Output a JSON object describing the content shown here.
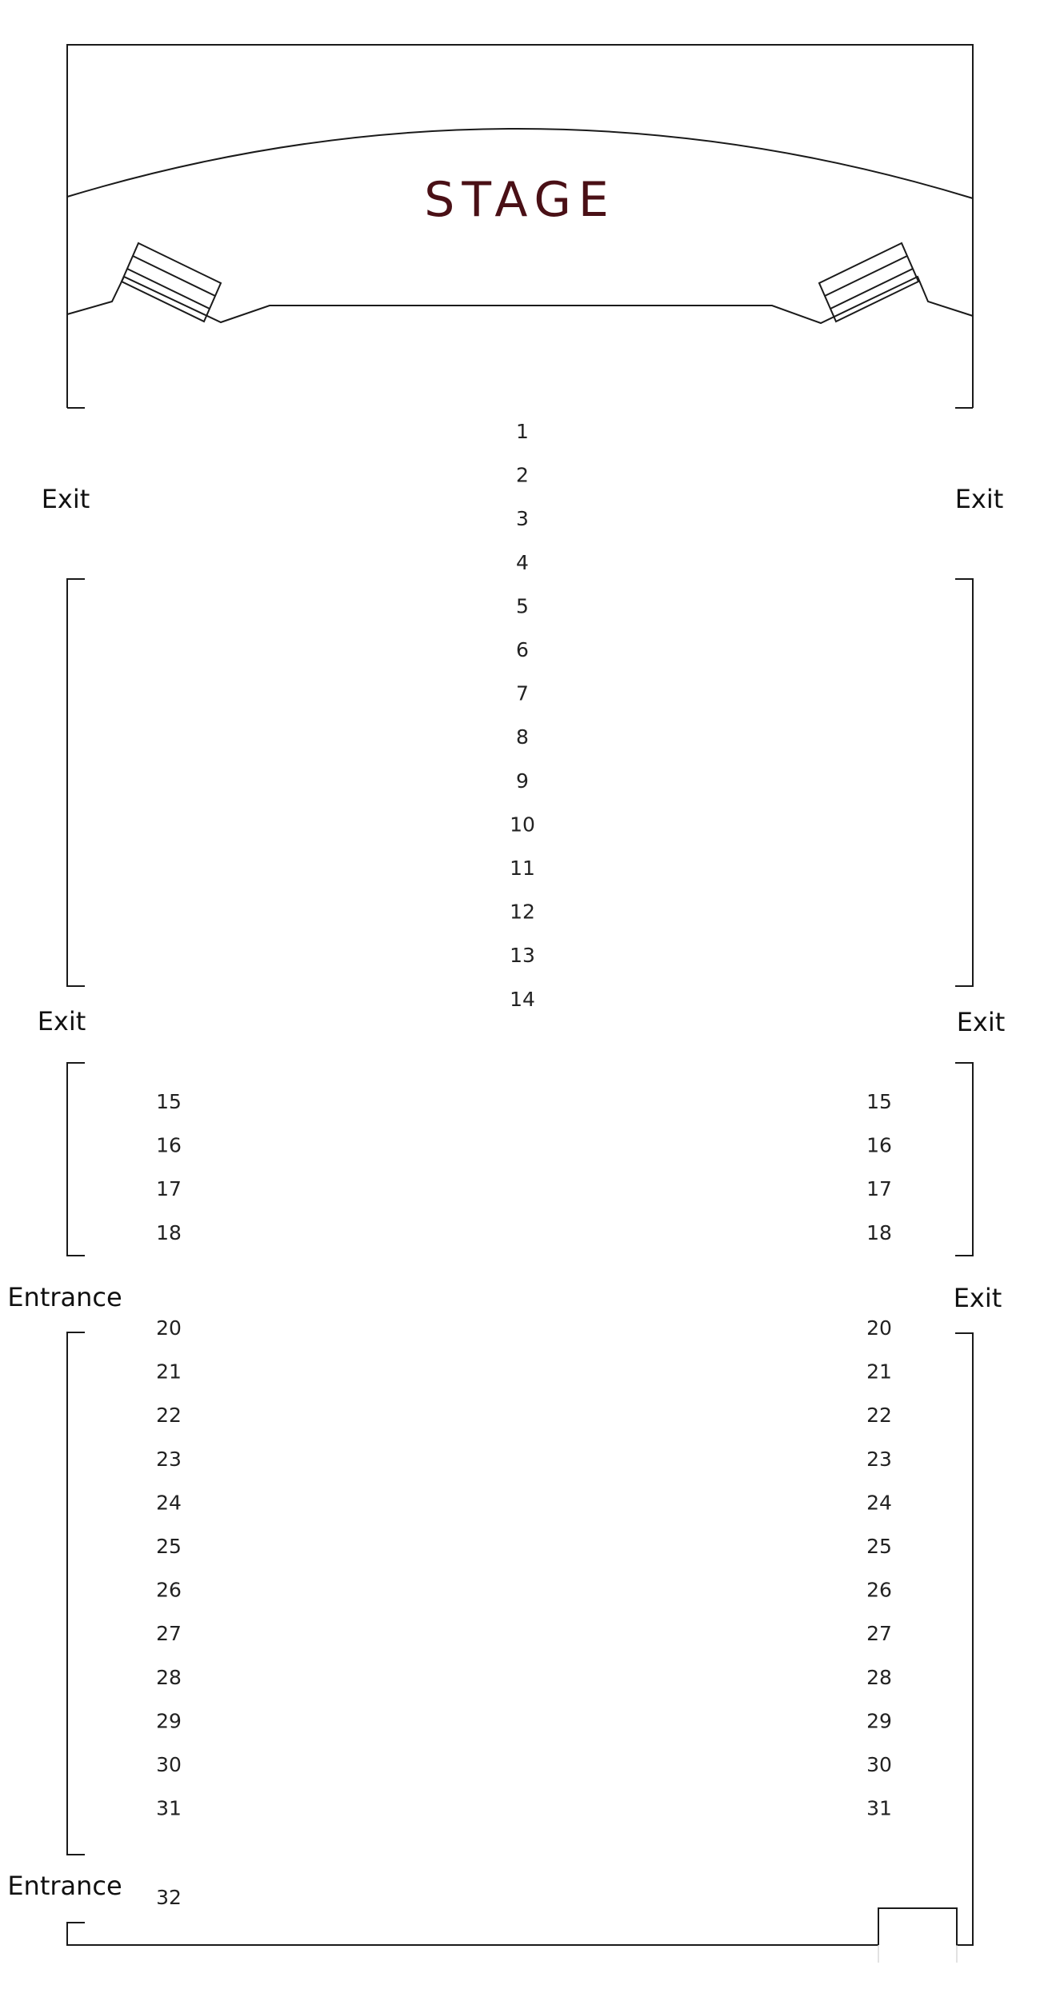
{
  "stage": {
    "label": "STAGE",
    "color": "#4a1016"
  },
  "doors": {
    "exit": "Exit",
    "entrance": "Entrance"
  },
  "rows": {
    "center": [
      "1",
      "2",
      "3",
      "4",
      "5",
      "6",
      "7",
      "8",
      "9",
      "10",
      "11",
      "12",
      "13",
      "14"
    ],
    "side_front": [
      "15",
      "16",
      "17",
      "18"
    ],
    "side_rear": [
      "20",
      "21",
      "22",
      "23",
      "24",
      "25",
      "26",
      "27",
      "28",
      "29",
      "30",
      "31"
    ],
    "last_left": "32"
  },
  "colors": {
    "line": "#1a1a1a",
    "text": "#222222"
  }
}
